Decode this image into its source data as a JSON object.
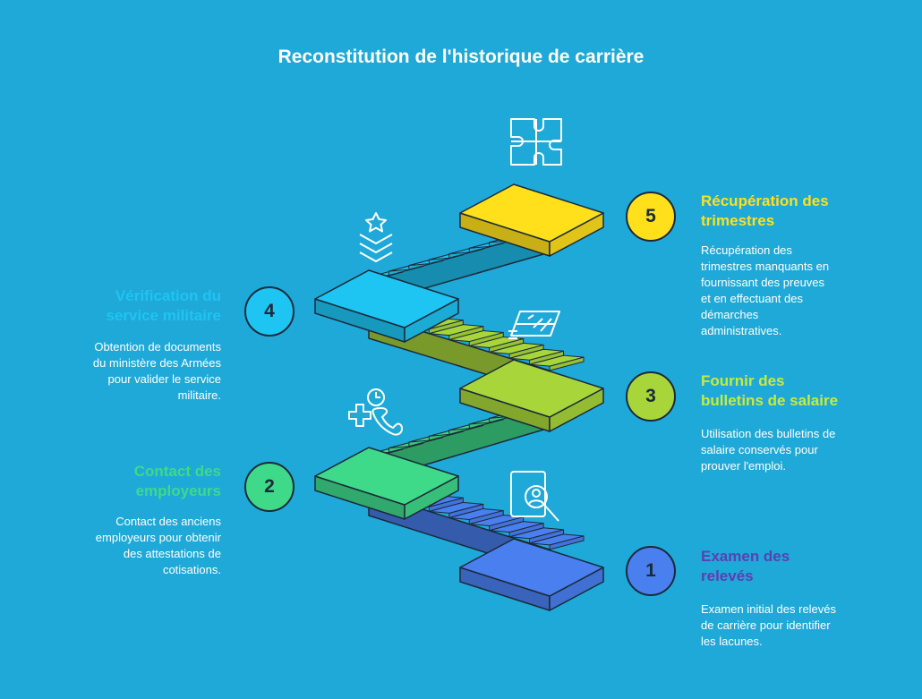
{
  "title": "Reconstitution de l'historique de carrière",
  "steps": [
    {
      "number": "1",
      "heading": "Examen des relevés",
      "heading_line1": "Examen des",
      "heading_line2": "relevés",
      "desc_lines": [
        "Examen initial des relevés",
        "de carrière pour identifier",
        "les lacunes."
      ],
      "color": "#4a7ff0",
      "heading_color": "#5b3fb3",
      "icon": "search-person-icon"
    },
    {
      "number": "2",
      "heading": "Contact des employeurs",
      "heading_line1": "Contact des",
      "heading_line2": "employeurs",
      "desc_lines": [
        "Contact des anciens",
        "employeurs pour obtenir",
        "des attestations de",
        "cotisations."
      ],
      "color": "#3fd98a",
      "heading_color": "#3fd98a",
      "icon": "medical-phone-icon"
    },
    {
      "number": "3",
      "heading": "Fournir des bulletins de salaire",
      "heading_line1": "Fournir des",
      "heading_line2": "bulletins de salaire",
      "desc_lines": [
        "Utilisation des bulletins de",
        "salaire conservés pour",
        "prouver l'emploi."
      ],
      "color": "#a8d63a",
      "heading_color": "#c9ea3b",
      "icon": "money-stack-icon"
    },
    {
      "number": "4",
      "heading": "Vérification du service militaire",
      "heading_line1": "Vérification du",
      "heading_line2": "service militaire",
      "desc_lines": [
        "Obtention de documents",
        "du ministère des Armées",
        "pour valider le service",
        "militaire."
      ],
      "color": "#1ec4f2",
      "heading_color": "#1ec4f2",
      "icon": "military-rank-icon"
    },
    {
      "number": "5",
      "heading": "Récupération des trimestres",
      "heading_line1": "Récupération des",
      "heading_line2": "trimestres",
      "desc_lines": [
        "Récupération des",
        "trimestres manquants en",
        "fournissant des preuves",
        "et en effectuant des",
        "démarches",
        "administratives."
      ],
      "color": "#ffe01b",
      "heading_color": "#ffe01b",
      "icon": "puzzle-icon"
    }
  ]
}
